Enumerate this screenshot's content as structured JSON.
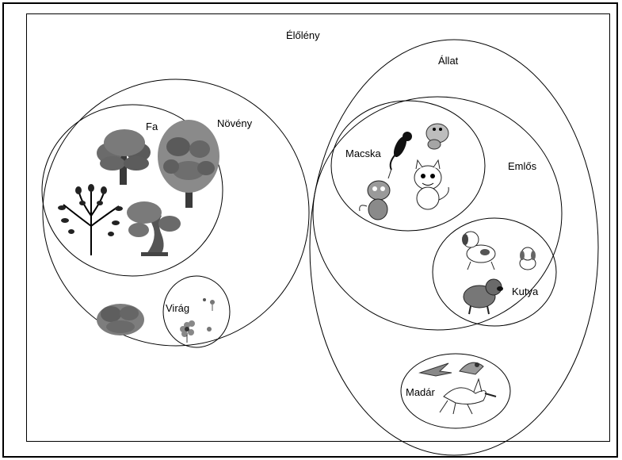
{
  "diagram": {
    "title": "Élőlény",
    "sets": {
      "plant": "Növény",
      "tree": "Fa",
      "flower": "Virág",
      "animal": "Állat",
      "mammal": "Emlős",
      "cat": "Macska",
      "dog": "Kutya",
      "bird": "Madár"
    }
  },
  "colors": {
    "stroke": "#000000",
    "background": "#ffffff",
    "foliage": "#6b6b6b",
    "trunk": "#3a3a3a"
  },
  "illustrations": [
    "tree-illustration",
    "tree-illustration",
    "tree-illustration",
    "tree-illustration",
    "bush-illustration",
    "flower-illustration",
    "cat-illustration",
    "dog-illustration",
    "bird-illustration"
  ]
}
